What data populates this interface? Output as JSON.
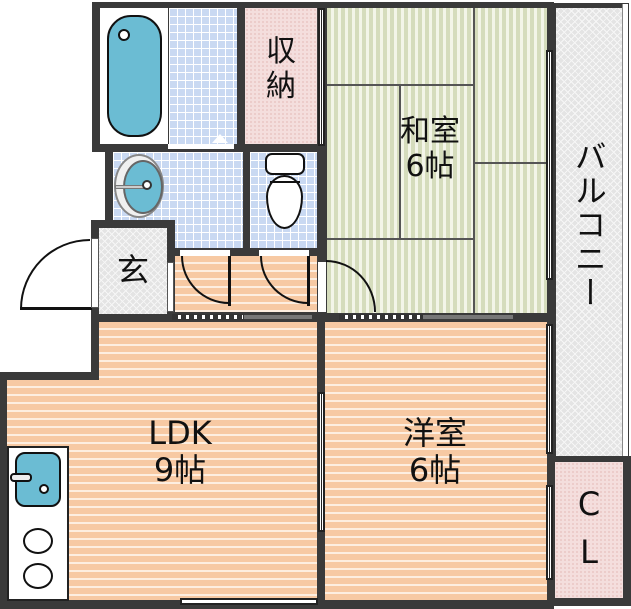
{
  "floor_plan": {
    "rooms": {
      "storage": {
        "label_line1": "収",
        "label_line2": "納"
      },
      "washitsu": {
        "name": "和室",
        "size": "6帖"
      },
      "balcony": {
        "label": "バルコニー"
      },
      "entrance": {
        "label": "玄"
      },
      "ldk": {
        "name": "LDK",
        "size": "9帖"
      },
      "youshitsu": {
        "name": "洋室",
        "size": "6帖"
      },
      "closet": {
        "label_line1": "C",
        "label_line2": "L"
      }
    },
    "fixtures": [
      "bathtub",
      "washbasin",
      "toilet",
      "kitchen-sink",
      "gas-stove"
    ],
    "colors": {
      "wall": "#3a3a3a",
      "tile": "#c9d9f2",
      "flooring": "#f7c9a3",
      "tatami": "#e6ead2",
      "storage": "#f4dedd",
      "fixture_blue": "#6bbcd3",
      "hatch": "#e4e4e4"
    }
  }
}
